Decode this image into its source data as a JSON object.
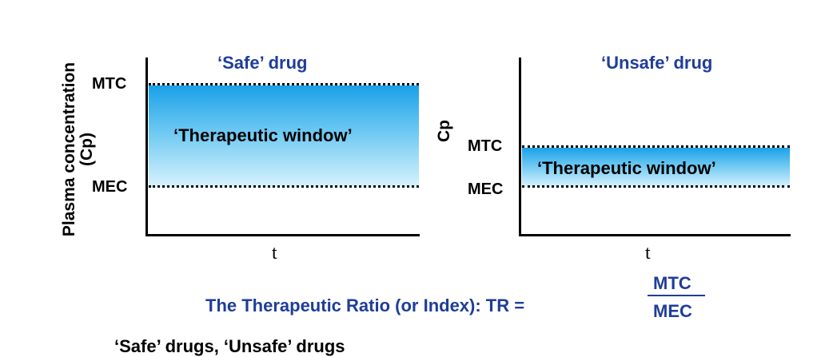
{
  "left_panel": {
    "title": "‘Safe’ drug",
    "y_label_line1": "Plasma concentration",
    "y_label_line2": "(Cp)",
    "upper_label": "MTC",
    "lower_label": "MEC",
    "window_label": "‘Therapeutic window’",
    "x_label": "t"
  },
  "right_panel": {
    "title": "‘Unsafe’ drug",
    "y_label": "Cp",
    "upper_label": "MTC",
    "lower_label": "MEC",
    "window_label": "‘Therapeutic window’",
    "x_label": "t"
  },
  "formula": {
    "text": "The Therapeutic Ratio (or Index):   TR =",
    "numerator": "MTC",
    "denominator": "MEC"
  },
  "cut_off_text": "‘Safe’ drugs, ‘Unsafe’ drugs",
  "colors": {
    "title_blue": "#1f3d99",
    "window_top": "#1aa0e8",
    "window_bottom": "#d8f2fd"
  }
}
